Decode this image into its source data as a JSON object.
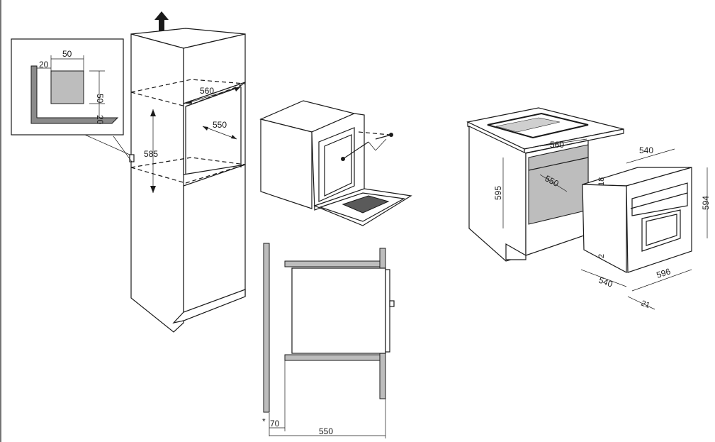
{
  "detail": {
    "d50w": "50",
    "d20l": "20",
    "d50h": "50",
    "d20b": "20"
  },
  "column": {
    "width": "560",
    "depth": "550",
    "height": "585"
  },
  "section": {
    "star": "*",
    "gap": "70",
    "depth": "550"
  },
  "under": {
    "width": "560",
    "depth": "550",
    "height": "595",
    "oven_depth": "540",
    "gap_top": "18",
    "oven_height": "594",
    "gap_bottom": "2",
    "oven_depth_base": "540",
    "oven_width": "596",
    "door": "21"
  },
  "colors": {
    "line": "#1a1a1a",
    "panel_gray": "#bdbdbd",
    "dark_gray": "#8a8a8a"
  }
}
